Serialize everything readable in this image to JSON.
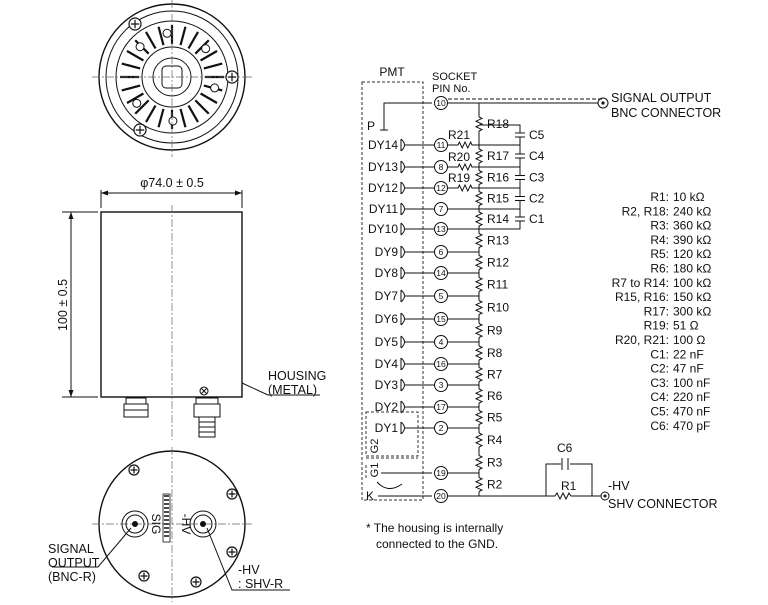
{
  "dimensions": {
    "diameter": "φ74.0 ± 0.5",
    "height": "100 ± 0.5"
  },
  "housing_label": [
    "HOUSING",
    "(METAL)"
  ],
  "bottom_view": {
    "sig": "SIG",
    "hv": "-HV",
    "signal_output_label": [
      "SIGNAL",
      "OUTPUT",
      "(BNC-R)"
    ],
    "hv_label": [
      "-HV",
      ": SHV-R"
    ]
  },
  "schematic": {
    "pmt_label": "PMT",
    "socket_label": [
      "SOCKET",
      "PIN No."
    ],
    "signal_output_label": [
      "SIGNAL OUTPUT",
      "BNC CONNECTOR"
    ],
    "hv_label": [
      "-HV",
      "SHV CONNECTOR"
    ],
    "anode": "P",
    "cathode": "K",
    "g1": "G1",
    "g2": "G2",
    "electrodes": [
      {
        "name": "DY14",
        "pin": "11"
      },
      {
        "name": "DY13",
        "pin": "8"
      },
      {
        "name": "DY12",
        "pin": "12"
      },
      {
        "name": "DY11",
        "pin": "7"
      },
      {
        "name": "DY10",
        "pin": "13"
      },
      {
        "name": "DY9",
        "pin": "6"
      },
      {
        "name": "DY8",
        "pin": "14"
      },
      {
        "name": "DY7",
        "pin": "5"
      },
      {
        "name": "DY6",
        "pin": "15"
      },
      {
        "name": "DY5",
        "pin": "4"
      },
      {
        "name": "DY4",
        "pin": "16"
      },
      {
        "name": "DY3",
        "pin": "3"
      },
      {
        "name": "DY2",
        "pin": "17"
      },
      {
        "name": "DY1",
        "pin": "2"
      }
    ],
    "anode_pin": "10",
    "g1_pin": "19",
    "cathode_pin": "20",
    "chain_resistors": [
      "R18",
      "R17",
      "R16",
      "R15",
      "R14",
      "R13",
      "R12",
      "R11",
      "R10",
      "R9",
      "R8",
      "R7",
      "R6",
      "R5",
      "R4",
      "R3",
      "R2"
    ],
    "series_resistors": [
      "R21",
      "R20",
      "R19"
    ],
    "capacitors": [
      "C5",
      "C4",
      "C3",
      "C2",
      "C1"
    ],
    "hv_resistor": "R1",
    "hv_capacitor": "C6"
  },
  "component_values": [
    {
      "name": "R1",
      "value": "10 kΩ"
    },
    {
      "name": "R2, R18",
      "value": "240 kΩ"
    },
    {
      "name": "R3",
      "value": "360 kΩ"
    },
    {
      "name": "R4",
      "value": "390 kΩ"
    },
    {
      "name": "R5",
      "value": "120 kΩ"
    },
    {
      "name": "R6",
      "value": "180 kΩ"
    },
    {
      "name": "R7 to R14",
      "value": "100 kΩ"
    },
    {
      "name": "R15, R16",
      "value": "150 kΩ"
    },
    {
      "name": "R17",
      "value": "300 kΩ"
    },
    {
      "name": "R19",
      "value": "51 Ω"
    },
    {
      "name": "R20, R21",
      "value": "100 Ω"
    },
    {
      "name": "C1",
      "value": "22 nF"
    },
    {
      "name": "C2",
      "value": "47 nF"
    },
    {
      "name": "C3",
      "value": "100 nF"
    },
    {
      "name": "C4",
      "value": "220 nF"
    },
    {
      "name": "C5",
      "value": "470 nF"
    },
    {
      "name": "C6",
      "value": "470 pF"
    }
  ],
  "note": [
    "*  The housing is internally",
    "connected to the GND."
  ]
}
